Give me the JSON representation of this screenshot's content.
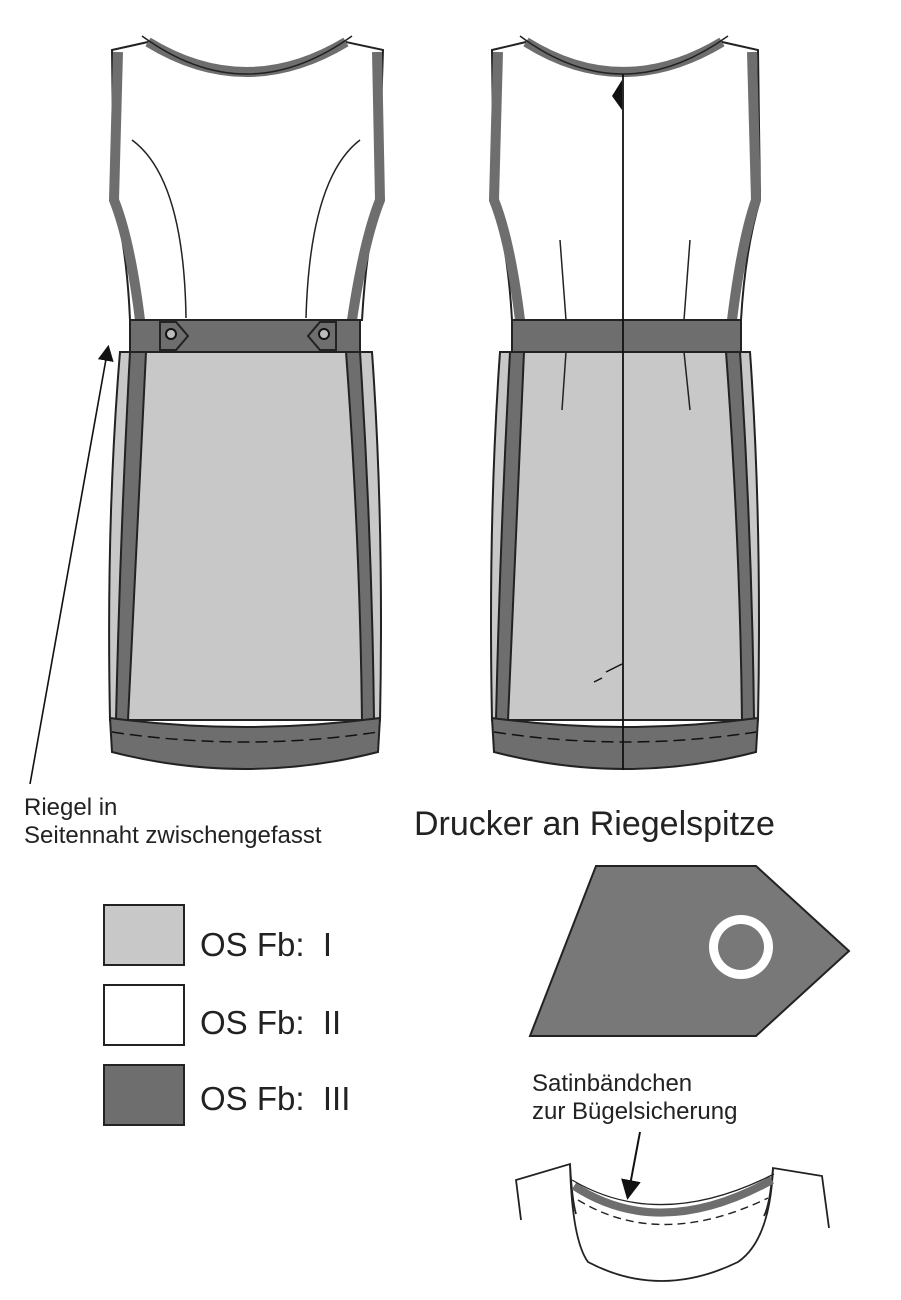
{
  "annotations": {
    "riegel_line1": "Riegel in",
    "riegel_line2": "Seitennaht zwischengefasst",
    "drucker_title": "Drucker an Riegelspitze",
    "satin_line1": "Satinbändchen",
    "satin_line2": "zur Bügelsicherung"
  },
  "legend": [
    {
      "label": "OS Fb:  I",
      "color": "#c8c8c8"
    },
    {
      "label": "OS Fb:  II",
      "color": "#ffffff"
    },
    {
      "label": "OS Fb:  III",
      "color": "#6e6e6e"
    }
  ],
  "colors": {
    "fabric_I": "#c8c8c8",
    "fabric_II": "#ffffff",
    "fabric_III": "#6e6e6e",
    "riegel_detail": "#787878",
    "outline": "#222222"
  }
}
